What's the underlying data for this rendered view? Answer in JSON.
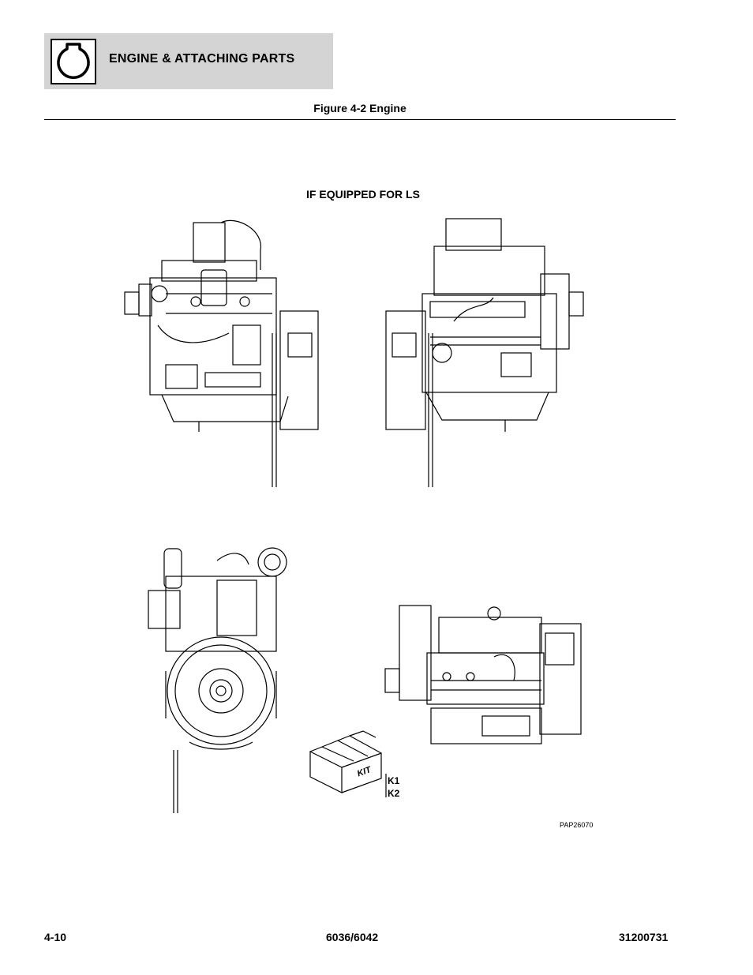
{
  "header": {
    "section_title": "ENGINE & ATTACHING PARTS",
    "icon": "engine-section-icon"
  },
  "figure": {
    "title": "Figure 4-2 Engine",
    "subheading": "IF EQUIPPED FOR LS",
    "part_code": "PAP26070",
    "kit": {
      "box_text": "KIT",
      "items": [
        "K1",
        "K2"
      ]
    }
  },
  "footer": {
    "page_number": "4-10",
    "model": "6036/6042",
    "doc_number": "31200731"
  }
}
